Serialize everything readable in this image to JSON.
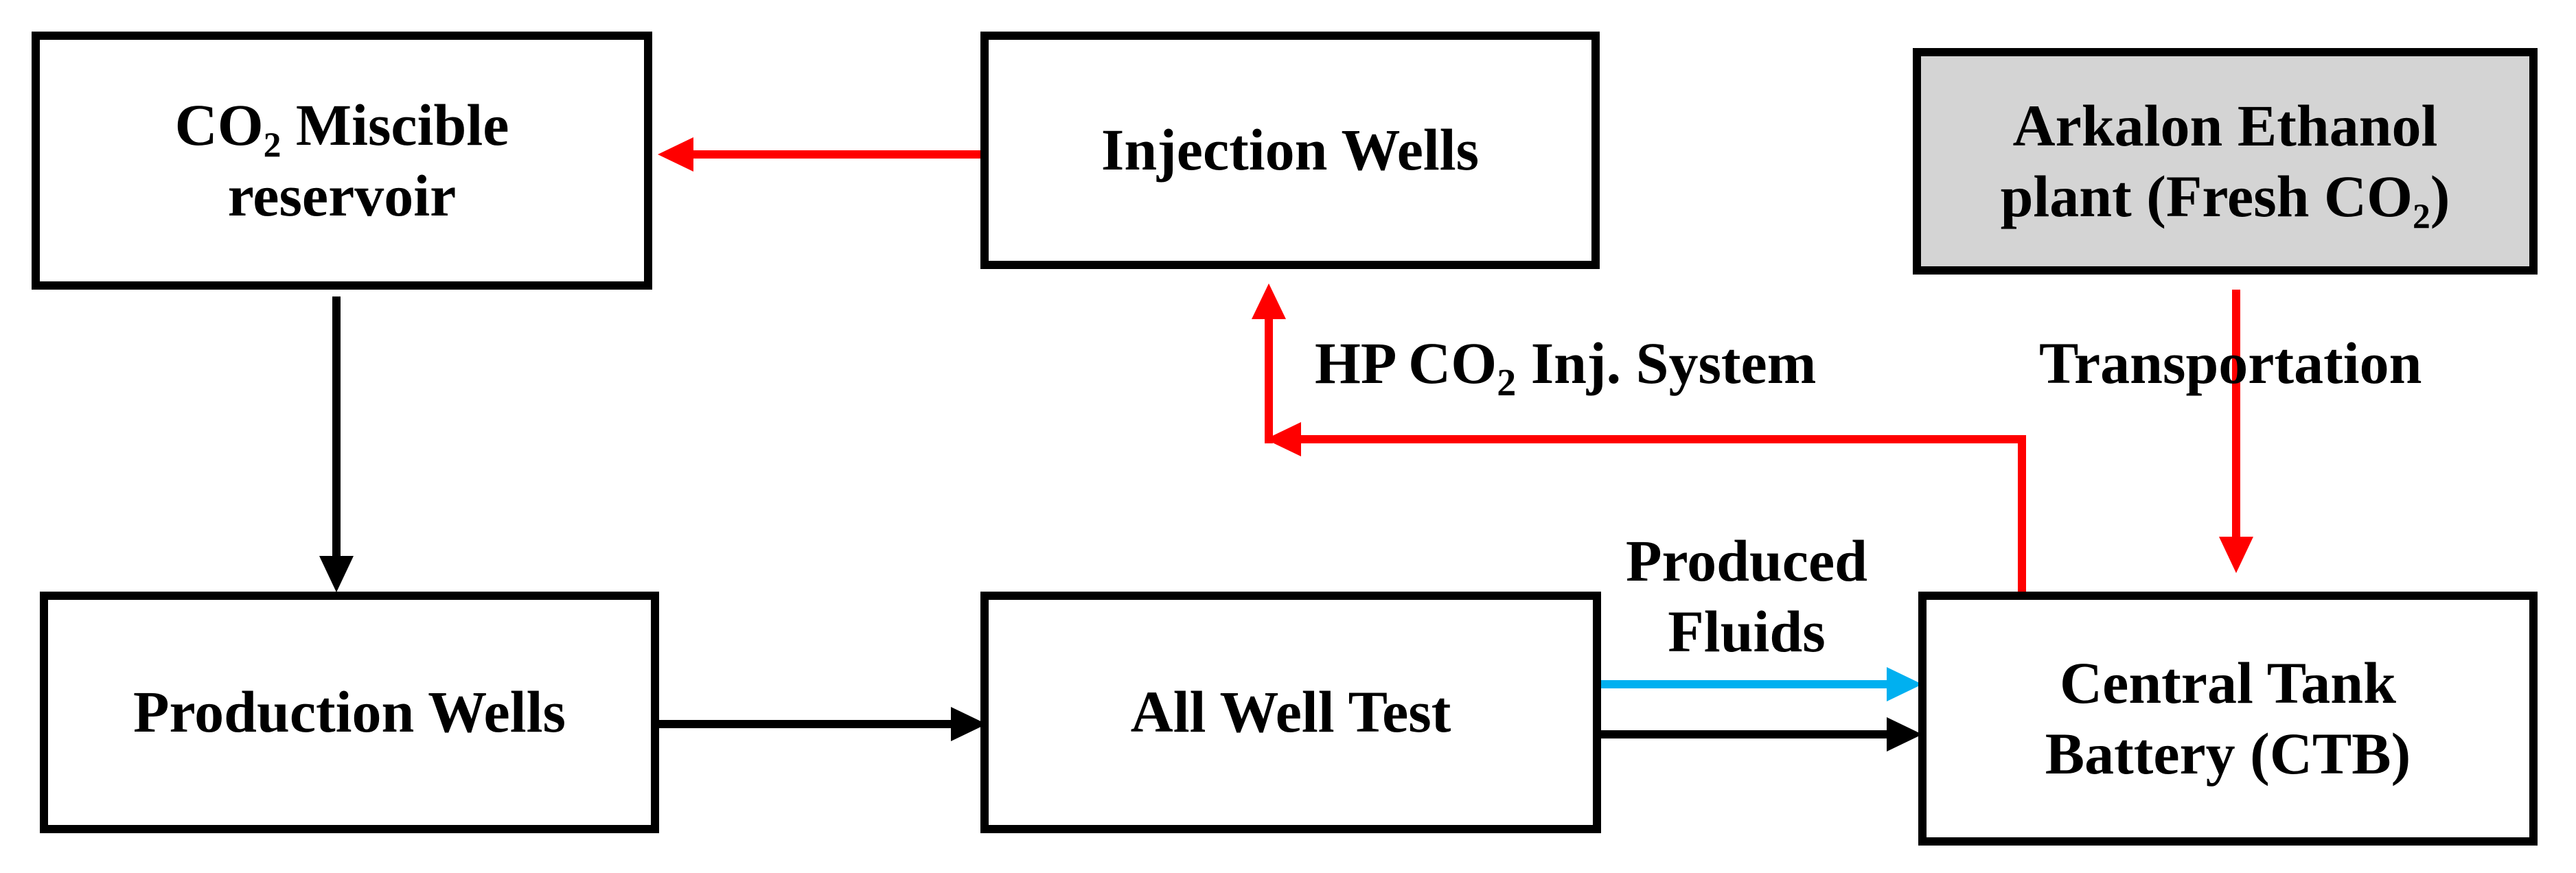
{
  "boxes": {
    "reservoir": {
      "line1": "CO₂ Miscible",
      "line2": "reservoir"
    },
    "injection": {
      "line1": "Injection Wells"
    },
    "ethanol": {
      "line1": "Arkalon Ethanol",
      "line2": "plant (Fresh CO₂)"
    },
    "production": {
      "line1": "Production Wells"
    },
    "welltest": {
      "line1": "All Well Test"
    },
    "ctb": {
      "line1": "Central Tank",
      "line2": "Battery (CTB)"
    }
  },
  "labels": {
    "hp_system": {
      "pre": "HP CO",
      "sub": "2",
      "post": " Inj. System"
    },
    "transportation": "Transportation",
    "produced_line1": "Produced",
    "produced_line2": "Fluids"
  },
  "colors": {
    "co2_flow": "#ff0000",
    "fluid_flow": "#00b0f0",
    "process_flow": "#000000",
    "fresh_source_fill": "#d4d4d4"
  }
}
